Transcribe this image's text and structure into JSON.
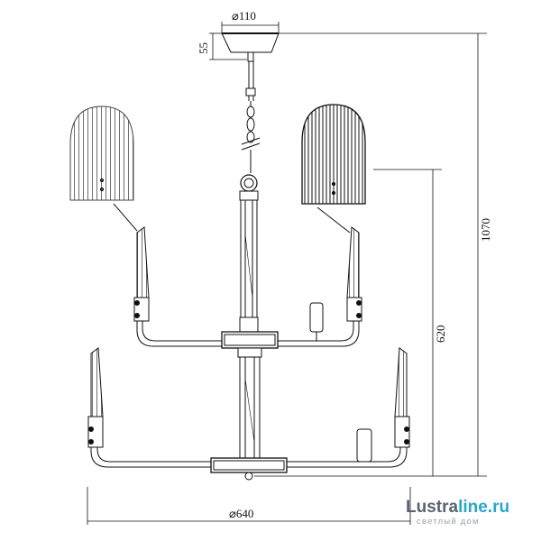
{
  "dimensions": {
    "canopy_diameter": "⌀110",
    "canopy_height": "55",
    "total_height": "1070",
    "body_height": "620",
    "overall_diameter": "⌀640"
  },
  "watermark": {
    "brand_part1": "Lustra",
    "brand_part2": "line.ru",
    "tagline": "светлый дом"
  },
  "colors": {
    "line": "#111111",
    "brand_dark": "#5a6370",
    "brand_accent": "#2aa7c9",
    "tagline": "#9aa3ad"
  }
}
